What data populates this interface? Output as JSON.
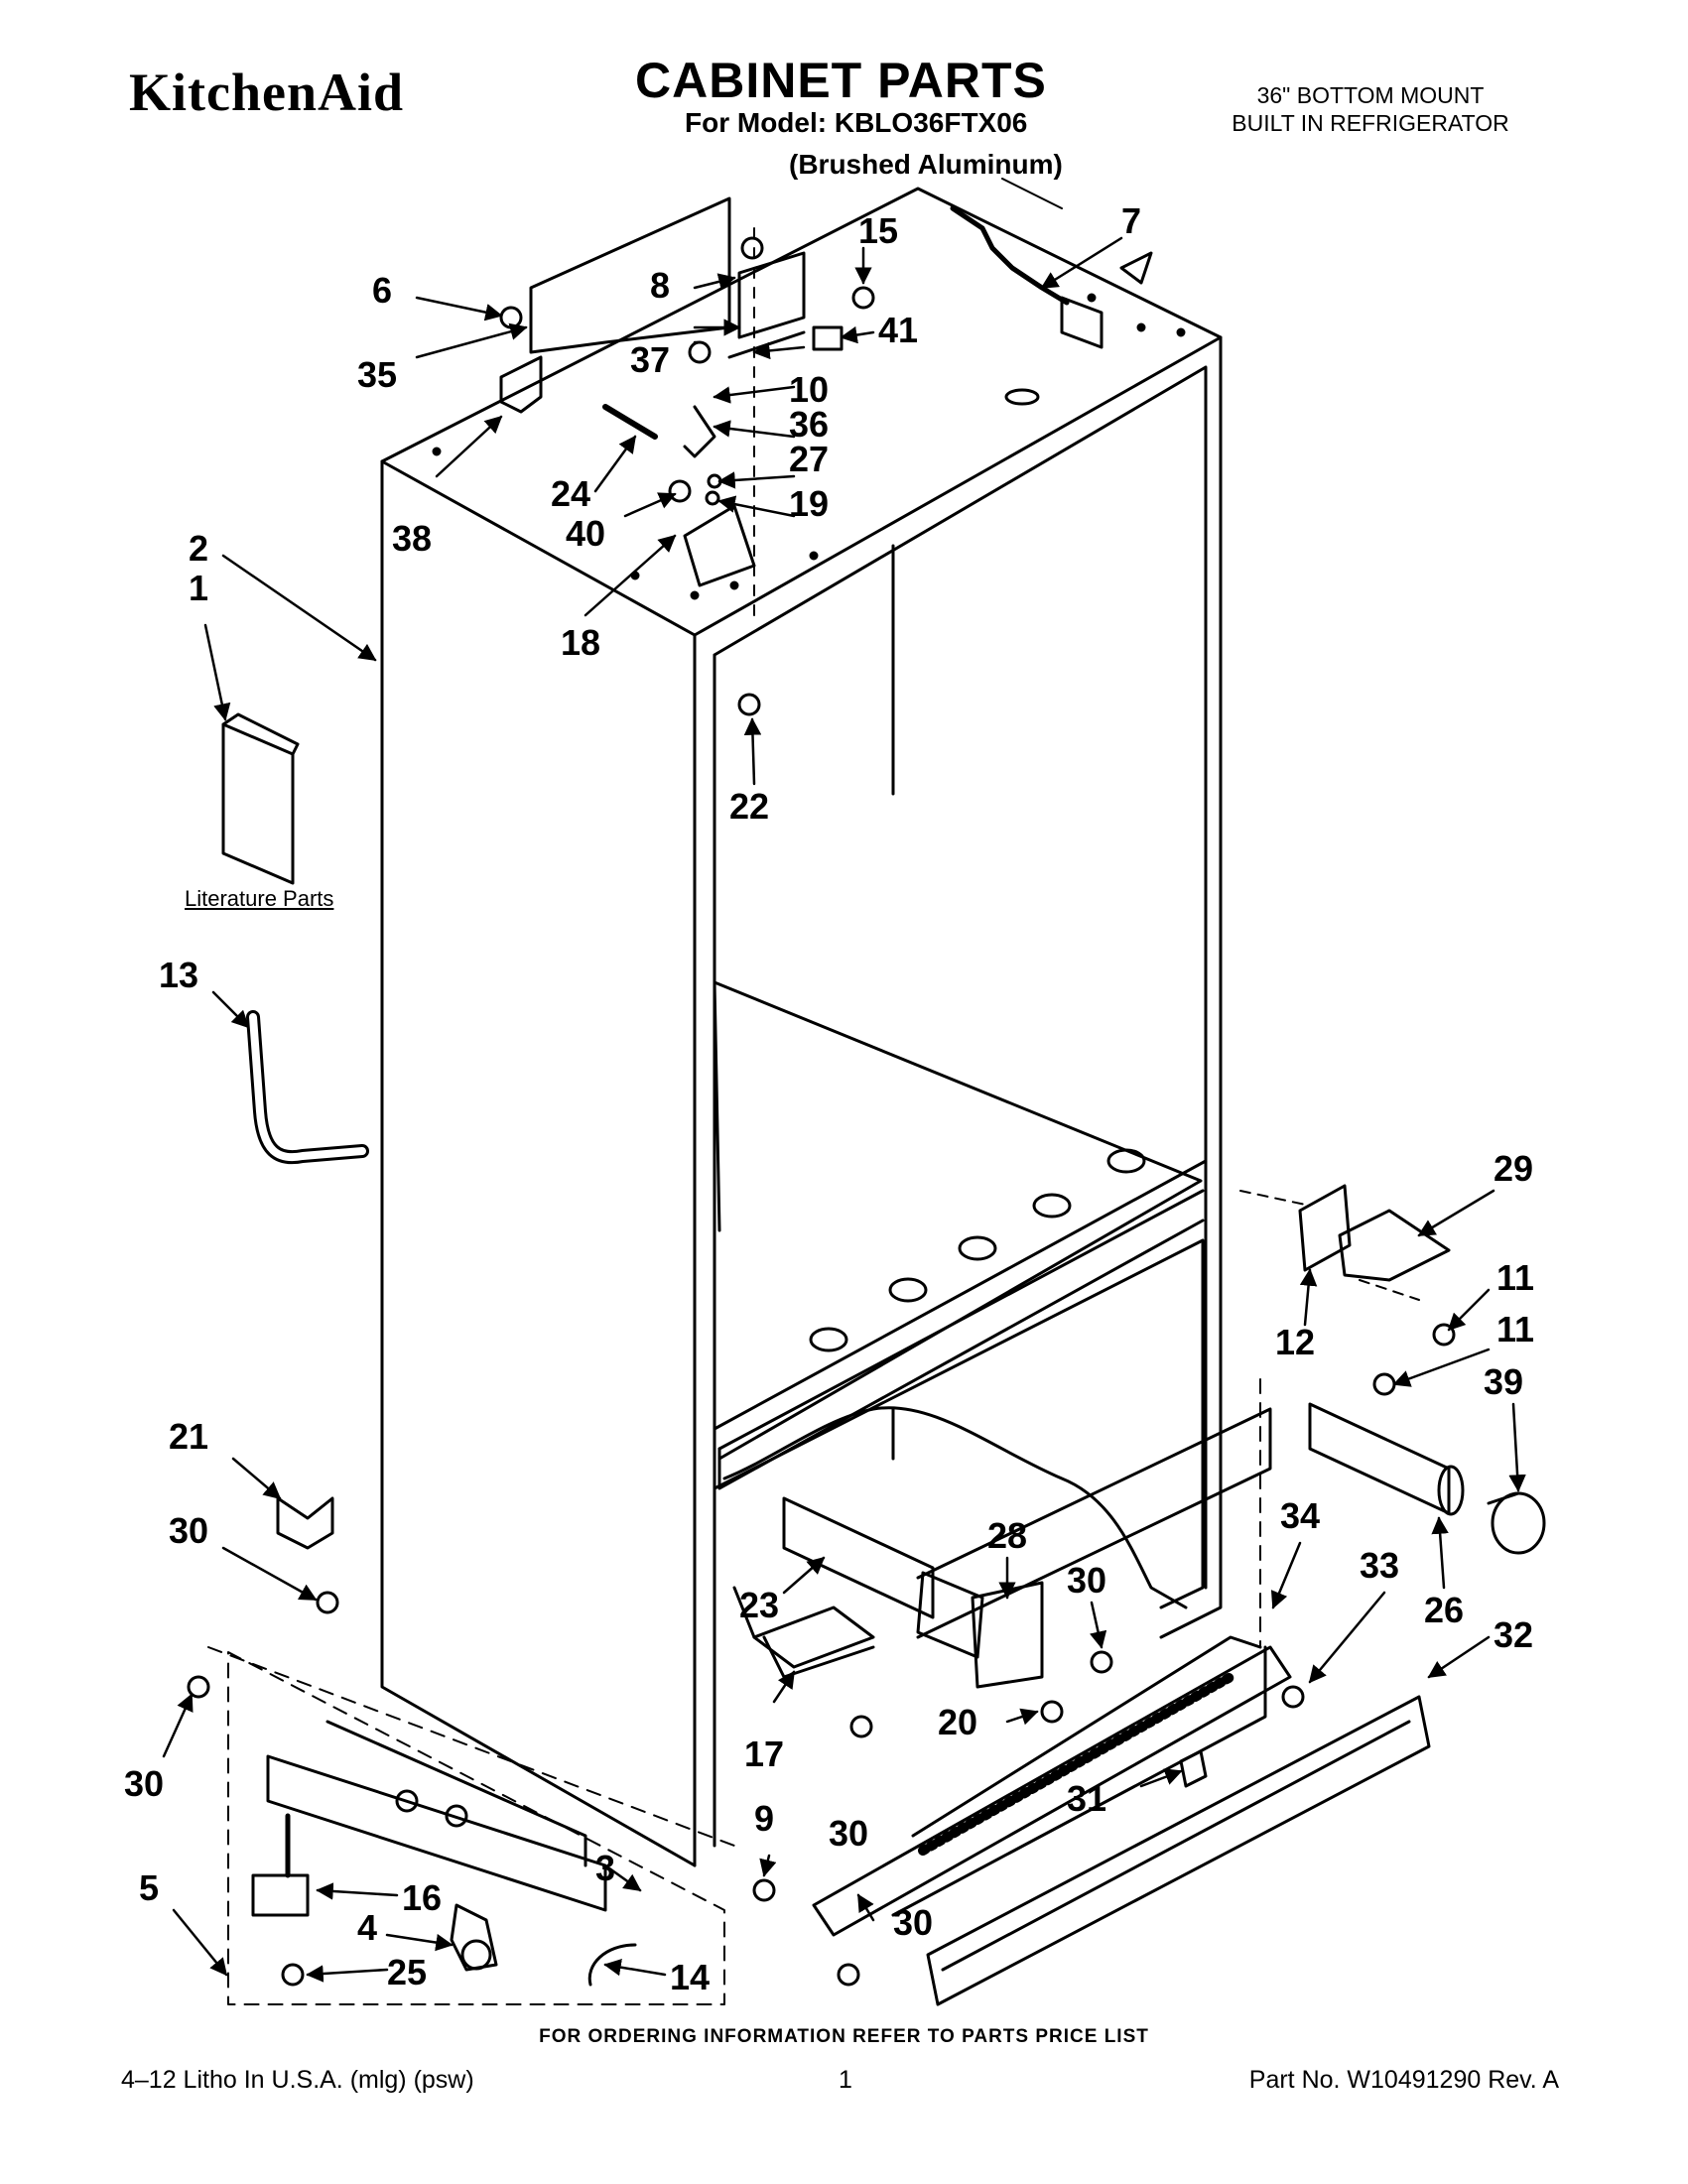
{
  "header": {
    "brand": "KitchenAid",
    "title": "CABINET PARTS",
    "model_line": "For Model: KBLO36FTX06",
    "finish": "(Brushed Aluminum)",
    "product_line1": "36\" BOTTOM MOUNT",
    "product_line2": "BUILT IN REFRIGERATOR"
  },
  "literature_label": "Literature Parts",
  "callouts": {
    "c1": "1",
    "c2": "2",
    "c3": "3",
    "c4": "4",
    "c5": "5",
    "c6": "6",
    "c7": "7",
    "c8": "8",
    "c9": "9",
    "c10": "10",
    "c11a": "11",
    "c11b": "11",
    "c12": "12",
    "c13": "13",
    "c14": "14",
    "c15": "15",
    "c16": "16",
    "c17": "17",
    "c18": "18",
    "c19": "19",
    "c20": "20",
    "c21": "21",
    "c22": "22",
    "c23": "23",
    "c24": "24",
    "c25": "25",
    "c26": "26",
    "c27": "27",
    "c28": "28",
    "c29": "29",
    "c30a": "30",
    "c30b": "30",
    "c30c": "30",
    "c30d": "30",
    "c30e": "30",
    "c31": "31",
    "c32": "32",
    "c33": "33",
    "c34": "34",
    "c35": "35",
    "c36": "36",
    "c37": "37",
    "c38": "38",
    "c39": "39",
    "c40": "40",
    "c41": "41"
  },
  "footer": {
    "ordering_note": "FOR ORDERING INFORMATION REFER TO PARTS PRICE LIST",
    "litho": "4–12 Litho In U.S.A. (mlg) (psw)",
    "page": "1",
    "part_no": "Part No. W10491290 Rev. A"
  }
}
